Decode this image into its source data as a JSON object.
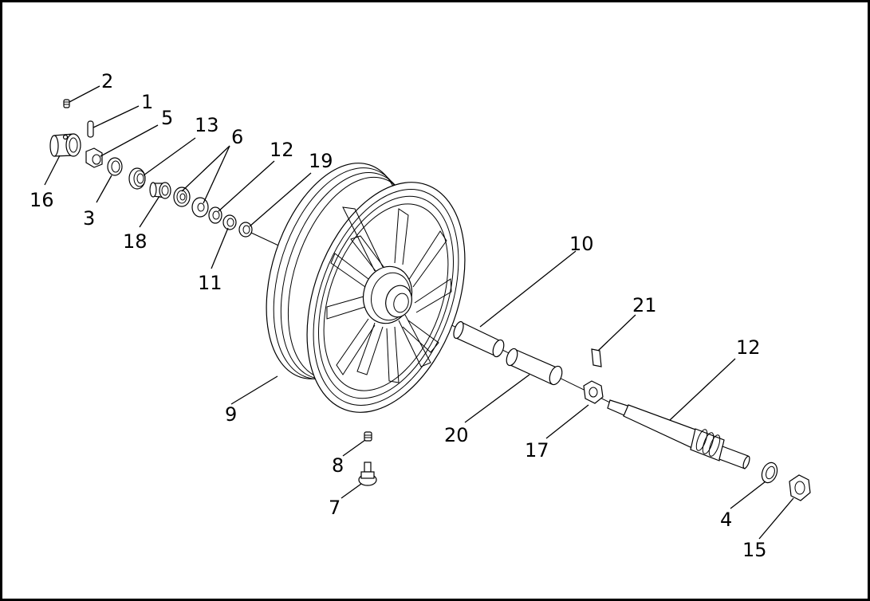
{
  "callouts": [
    {
      "id": "c-2a",
      "label": "2"
    },
    {
      "id": "c-1",
      "label": "1"
    },
    {
      "id": "c-5",
      "label": "5"
    },
    {
      "id": "c-13",
      "label": "13"
    },
    {
      "id": "c-6",
      "label": "6"
    },
    {
      "id": "c-12a",
      "label": "12"
    },
    {
      "id": "c-19",
      "label": "19"
    },
    {
      "id": "c-16",
      "label": "16"
    },
    {
      "id": "c-3",
      "label": "3"
    },
    {
      "id": "c-18",
      "label": "18"
    },
    {
      "id": "c-11",
      "label": "11"
    },
    {
      "id": "c-10",
      "label": "10"
    },
    {
      "id": "c-21",
      "label": "21"
    },
    {
      "id": "c-12b",
      "label": "12"
    },
    {
      "id": "c-9",
      "label": "9"
    },
    {
      "id": "c-20",
      "label": "20"
    },
    {
      "id": "c-17",
      "label": "17"
    },
    {
      "id": "c-8",
      "label": "8"
    },
    {
      "id": "c-7",
      "label": "7"
    },
    {
      "id": "c-4",
      "label": "4"
    },
    {
      "id": "c-15",
      "label": "15"
    }
  ]
}
